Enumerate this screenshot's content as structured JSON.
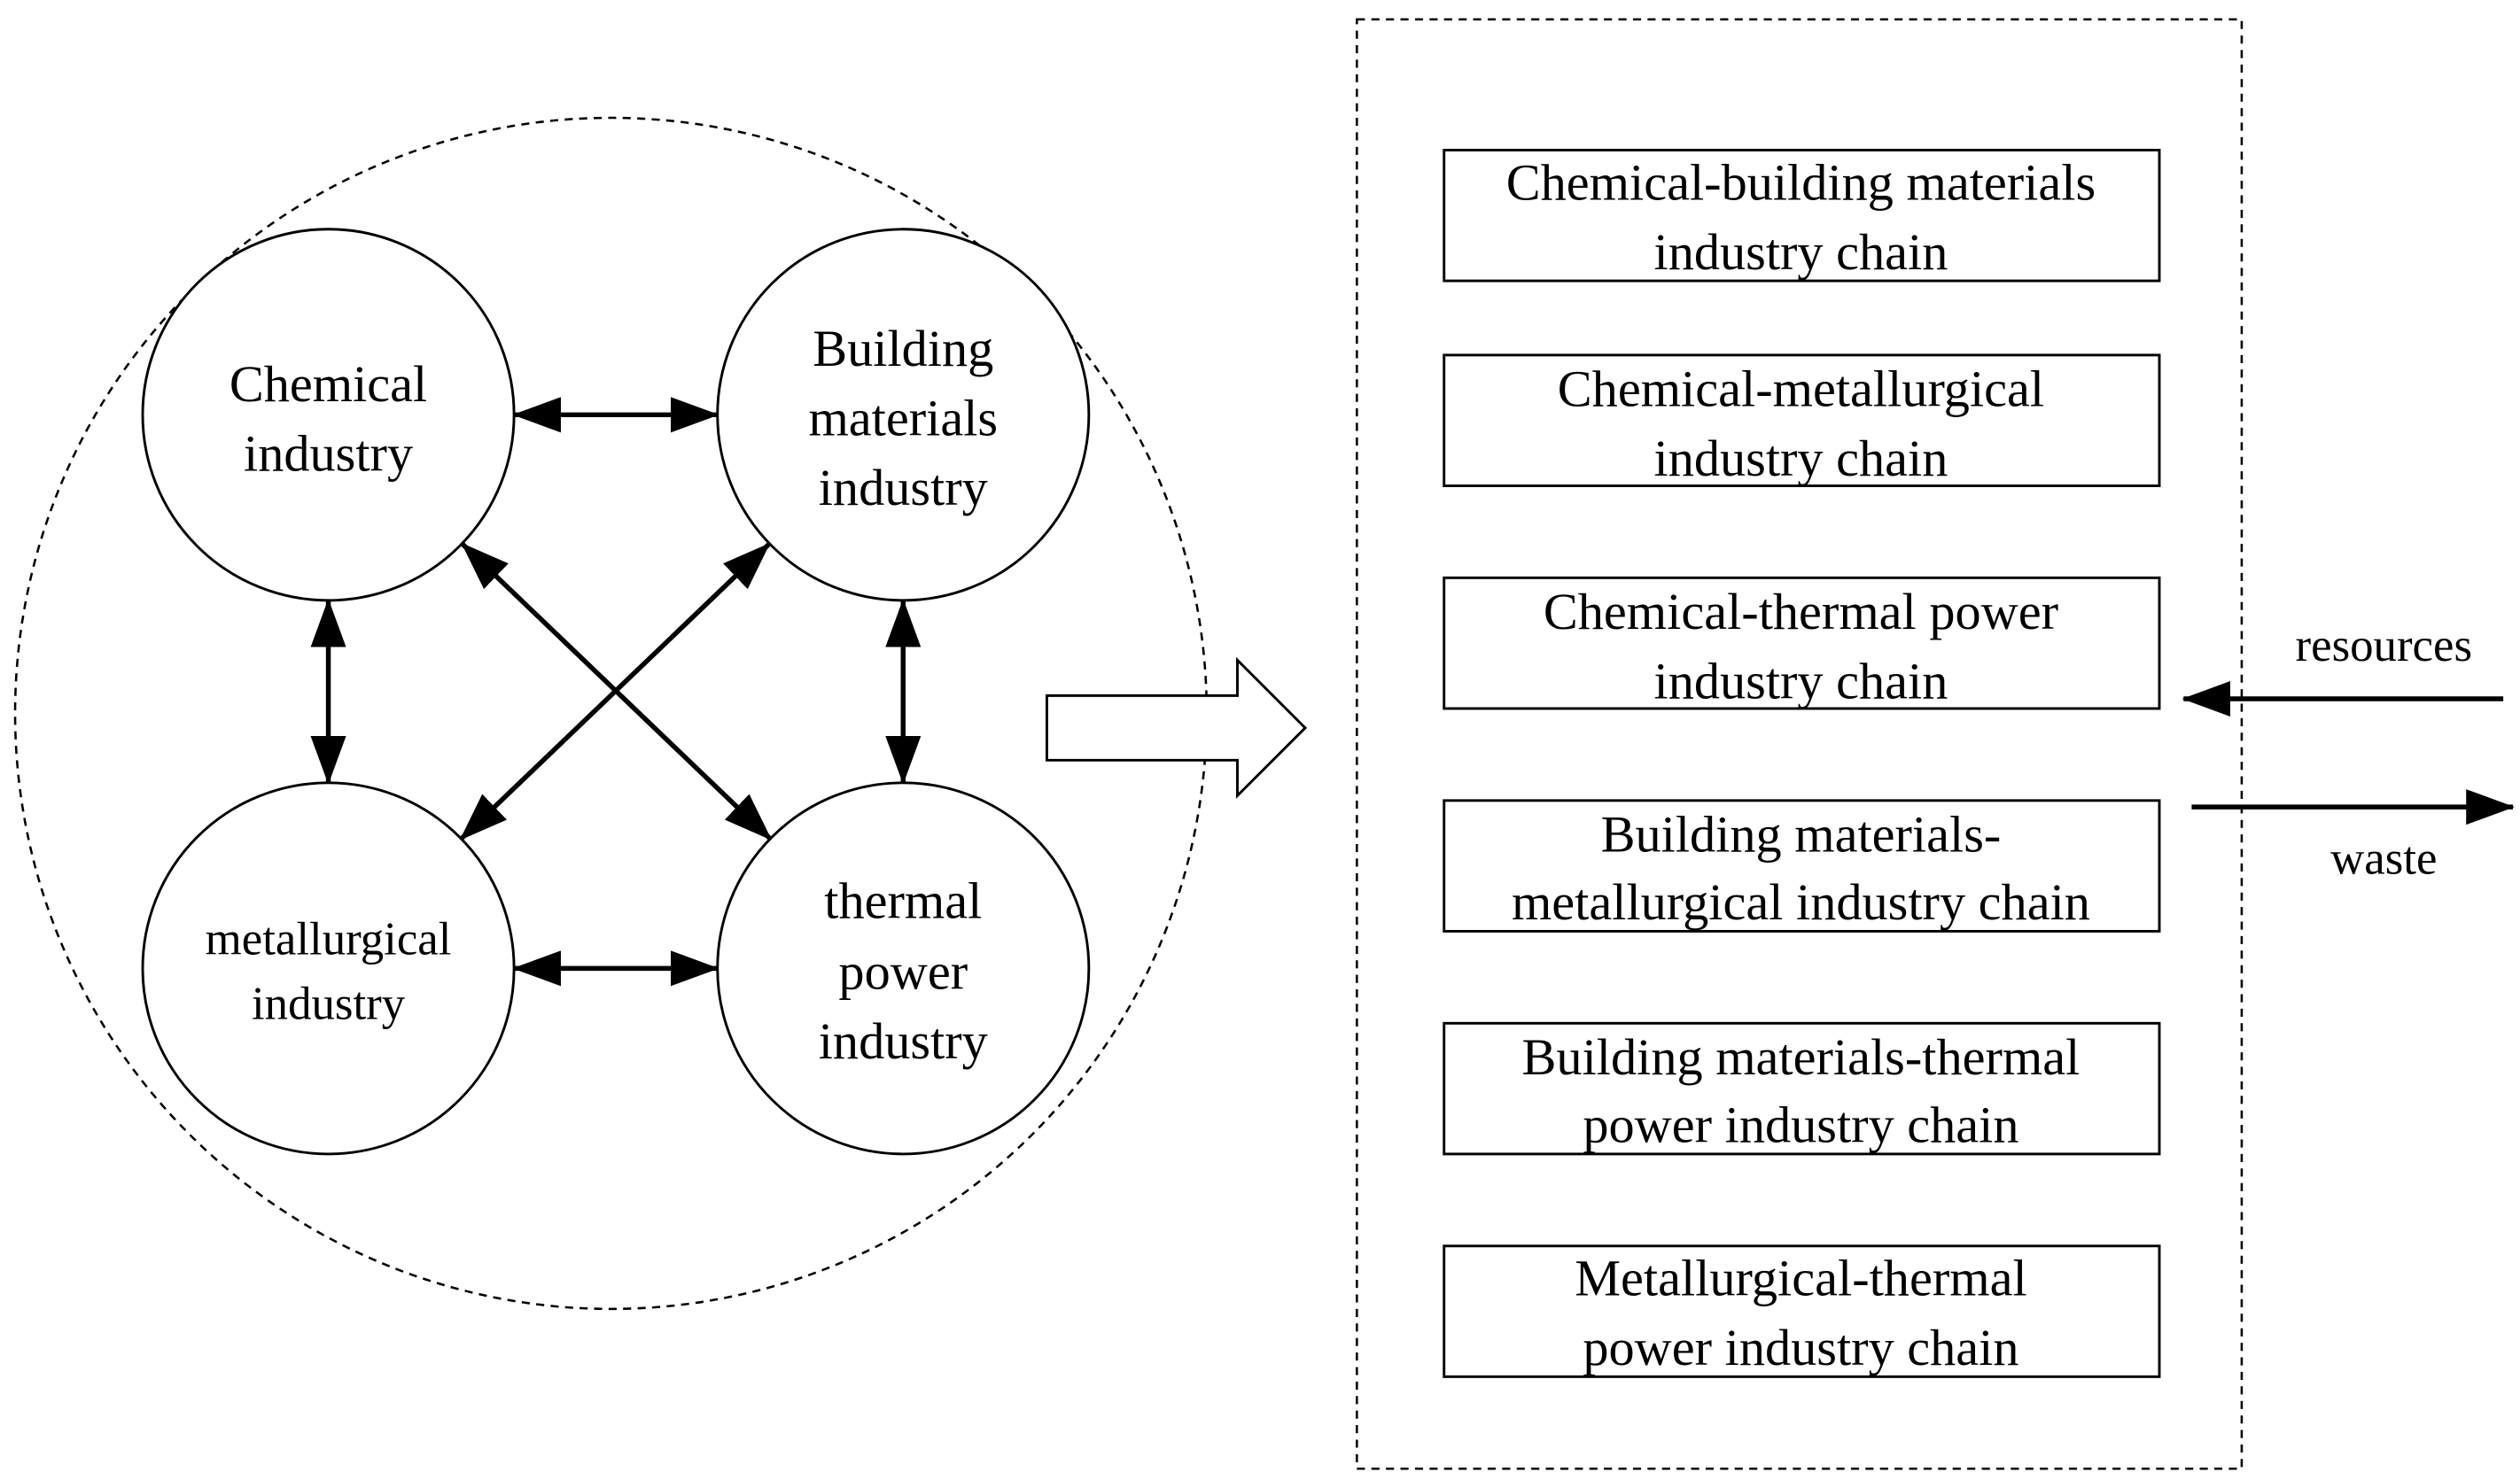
{
  "industries": [
    {
      "lines": [
        "Chemical",
        "industry"
      ]
    },
    {
      "lines": [
        "Building",
        "materials",
        "industry"
      ]
    },
    {
      "lines": [
        "metallurgical",
        "industry"
      ]
    },
    {
      "lines": [
        "thermal",
        "power",
        "industry"
      ]
    }
  ],
  "chains": [
    {
      "lines": [
        "Chemical-building materials",
        "industry chain"
      ]
    },
    {
      "lines": [
        "Chemical-metallurgical",
        "industry chain"
      ]
    },
    {
      "lines": [
        "Chemical-thermal power",
        "industry chain"
      ]
    },
    {
      "lines": [
        "Building materials-",
        "metallurgical industry chain"
      ]
    },
    {
      "lines": [
        "Building materials-thermal",
        "power industry chain"
      ]
    },
    {
      "lines": [
        "Metallurgical-thermal",
        "power industry chain"
      ]
    }
  ],
  "flows": {
    "inflow": "resources",
    "outflow": "waste"
  }
}
